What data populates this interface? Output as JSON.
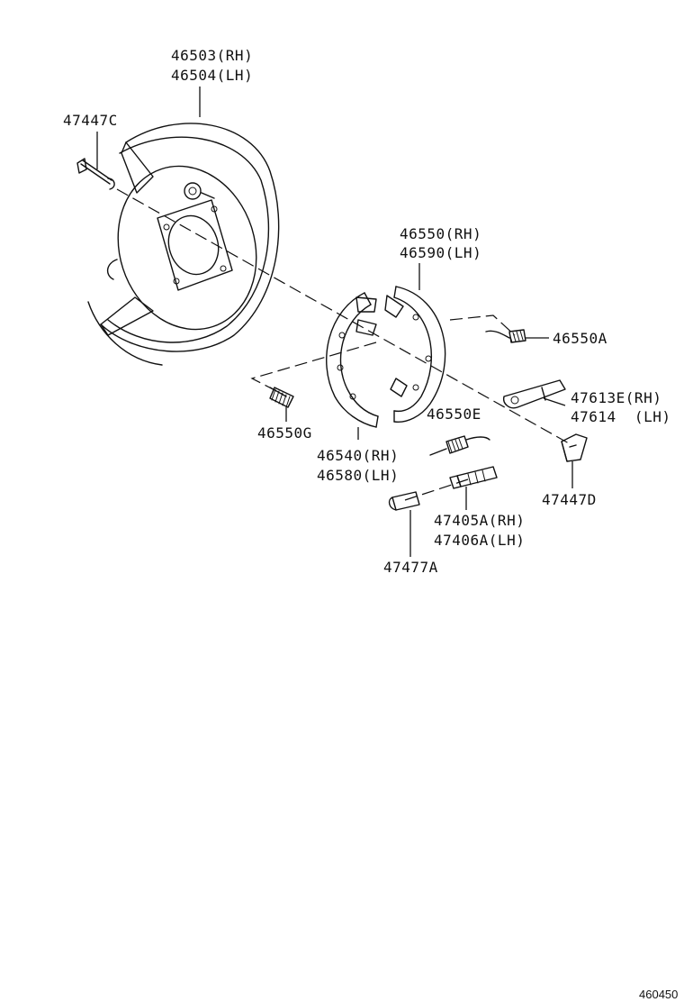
{
  "labels": {
    "backing_plate_rh": "46503(RH)",
    "backing_plate_lh": "46504(LH)",
    "bolt": "47447C",
    "shoe_front_rh": "46550(RH)",
    "shoe_front_lh": "46590(LH)",
    "spring_a": "46550A",
    "lever_rh": "47613E(RH)",
    "lever_lh": "47614  (LH)",
    "spring_g": "46550G",
    "spring_e": "46550E",
    "shoe_rear_rh": "46540(RH)",
    "shoe_rear_lh": "46580(LH)",
    "boot": "47447D",
    "adjuster_rh": "47405A(RH)",
    "adjuster_lh": "47406A(LH)",
    "cap": "47477A"
  },
  "figure_id": "460450"
}
